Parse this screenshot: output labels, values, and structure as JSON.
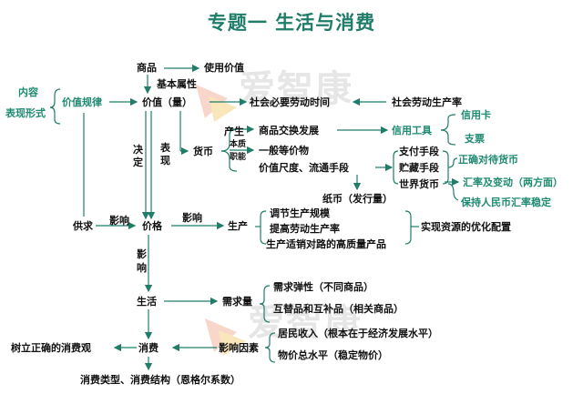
{
  "title": "专题一  生活与消费",
  "watermark": "爱智康",
  "colors": {
    "teal": "#1f8a72",
    "line": "#1f7d6a",
    "watermark": "#e6e6e6"
  },
  "nodes": {
    "shangpin": "商品",
    "shiyongjiazhi": "使用价值",
    "jibenshuxing": "基本属性",
    "neirong": "内容",
    "biaoxianxingshi": "表现形式",
    "jiazhiguilv": "价值规律",
    "jiazhi": "价值（量）",
    "shehuibiyao": "社会必要劳动时间",
    "shehuilaodong": "社会劳动生产率",
    "chansheng": "产生",
    "shangpinjiaohuan": "商品交换发展",
    "xinyonggongju": "信用工具",
    "xinyongka": "信用卡",
    "zhipiao": "支票",
    "jueding": "决定",
    "biaoxian": "表现",
    "benzhi": "本质",
    "zhineng": "职能",
    "huobi": "货币",
    "yibandengjiawu": "一般等价物",
    "jiazhichidu": "价值尺度、流通手段",
    "zhifushouduan": "支付手段",
    "zhucangshouduan": "贮藏手段",
    "shijiehuobi": "世界货币",
    "zhengquedui": "正确对待货币",
    "huilv": "汇率及变动（两方面）",
    "baochi": "保持人民币汇率稳定",
    "zhibi": "纸币（发行量）",
    "gongqiu": "供求",
    "yingxiang1": "影响",
    "jiage": "价格",
    "yingxiang2": "影响",
    "shengchan": "生产",
    "tiaojie": "调节生产规模",
    "tigao": "提高劳动生产率",
    "shengchanshixiao": "生产适销对路的高质量产品",
    "shixian": "实现资源的优化配置",
    "yingxiang3": "影响",
    "shenghuo": "生活",
    "xuqiuliang": "需求量",
    "xuqiutanxing": "需求弹性（不同商品）",
    "tidaipin": "互替品和互补品（相关商品）",
    "shuli": "树立正确的消费观",
    "xiaofei": "消费",
    "yingxiangyinsu": "影响因素",
    "jumin": "居民收入（根本在于经济发展水平）",
    "wujia": "物价总水平（稳定物价）",
    "leixing": "消费类型、消费结构（恩格尔系数）"
  }
}
